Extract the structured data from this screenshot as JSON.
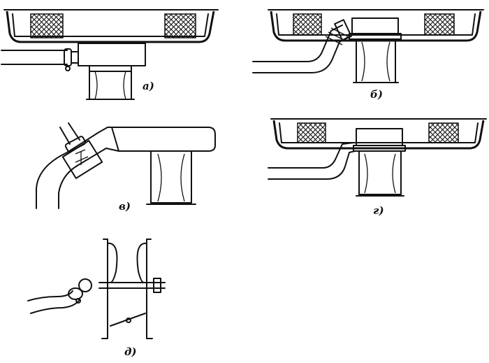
{
  "figure": {
    "panels": [
      {
        "id": "a",
        "label": "а)"
      },
      {
        "id": "b",
        "label": "б)"
      },
      {
        "id": "v",
        "label": "в)"
      },
      {
        "id": "g",
        "label": "г)"
      },
      {
        "id": "d",
        "label": "д)"
      }
    ]
  }
}
